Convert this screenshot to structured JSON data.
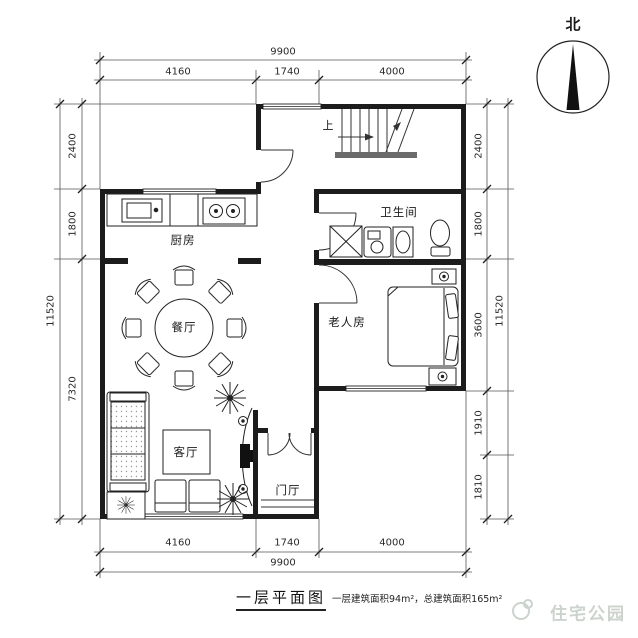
{
  "title": {
    "name": "一层平面图",
    "area_note": "一层建筑面积94m²，总建筑面积165m²"
  },
  "compass": {
    "north_label": "北"
  },
  "rooms": {
    "kitchen": {
      "label": "厨房"
    },
    "dining": {
      "label": "餐厅"
    },
    "living": {
      "label": "客厅"
    },
    "foyer": {
      "label": "门厅"
    },
    "bathroom": {
      "label": "卫生间"
    },
    "elder_room": {
      "label": "老人房"
    }
  },
  "stairs": {
    "direction_label": "上"
  },
  "dimensions": {
    "top": {
      "total": "9900",
      "segments": [
        "4160",
        "1740",
        "4000"
      ]
    },
    "bottom": {
      "total": "9900",
      "segments": [
        "4160",
        "1740",
        "4000"
      ]
    },
    "left": {
      "total": "11520",
      "segments": [
        "2400",
        "1800",
        "7320"
      ]
    },
    "right": {
      "total": "11520",
      "segments": [
        "2400",
        "1800",
        "3600",
        "1910",
        "1810"
      ]
    }
  },
  "watermark": {
    "brand": "住宅公园"
  },
  "colors": {
    "wall": "#1c1c1c",
    "line": "#2a2a2a",
    "dim_line": "#555555",
    "stair_landing": "#6b6b6b",
    "watermark": "#ccd3cd"
  }
}
